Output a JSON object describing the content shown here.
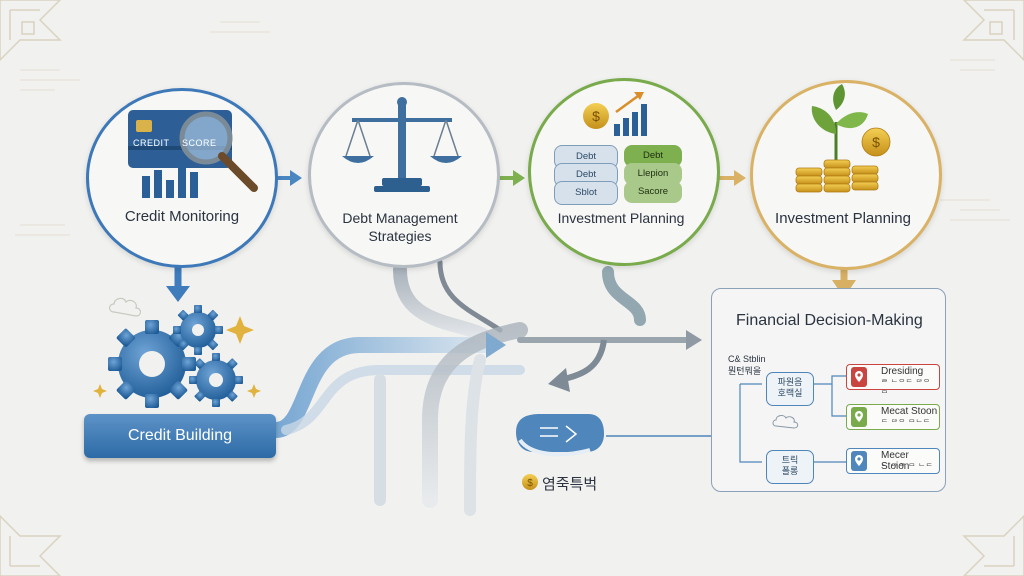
{
  "stages": {
    "credit_monitoring": {
      "title": "Credit Monitoring",
      "card_label_1": "CREDIT",
      "card_label_2": "SCORE"
    },
    "debt_management": {
      "title_line1": "Debt Management",
      "title_line2": "Strategies"
    },
    "investment_planning_1": {
      "title": "Investment Planning",
      "tags": [
        "Debt",
        "Debt",
        "Debt",
        "Llepion",
        "Sblot",
        "Sacore"
      ]
    },
    "investment_planning_2": {
      "title": "Investment Planning"
    }
  },
  "credit_building": {
    "label": "Credit Building"
  },
  "bottom_label": {
    "text": "염죽특벅"
  },
  "decision_panel": {
    "title": "Financial Decision-Making",
    "root_label_line1": "C& Stblin",
    "root_label_line2": "뭔턴뭐을",
    "nodes": [
      {
        "line1": "파원음",
        "line2": "호랙실"
      },
      {
        "line1": "트릭",
        "line2": "폴롱"
      }
    ],
    "options": [
      {
        "name": "Dresiding",
        "sub": "ᄅ ᄂᄋᄃ ᄃᄅᄋ ᄆ"
      },
      {
        "name": "Mecat Stoon",
        "sub": "ᄃ ᄃᄅᄋ ᄆᄂᄃ"
      },
      {
        "name": "Mecer Stoion",
        "sub": "ᄂ ᄃᄅᄋ ᄆ ᄂᄃ"
      }
    ]
  },
  "colors": {
    "blue": "#3d79b8",
    "gray": "#9aa3ad",
    "green": "#79aa4c",
    "gold": "#d9b265",
    "red": "#c8463f"
  }
}
